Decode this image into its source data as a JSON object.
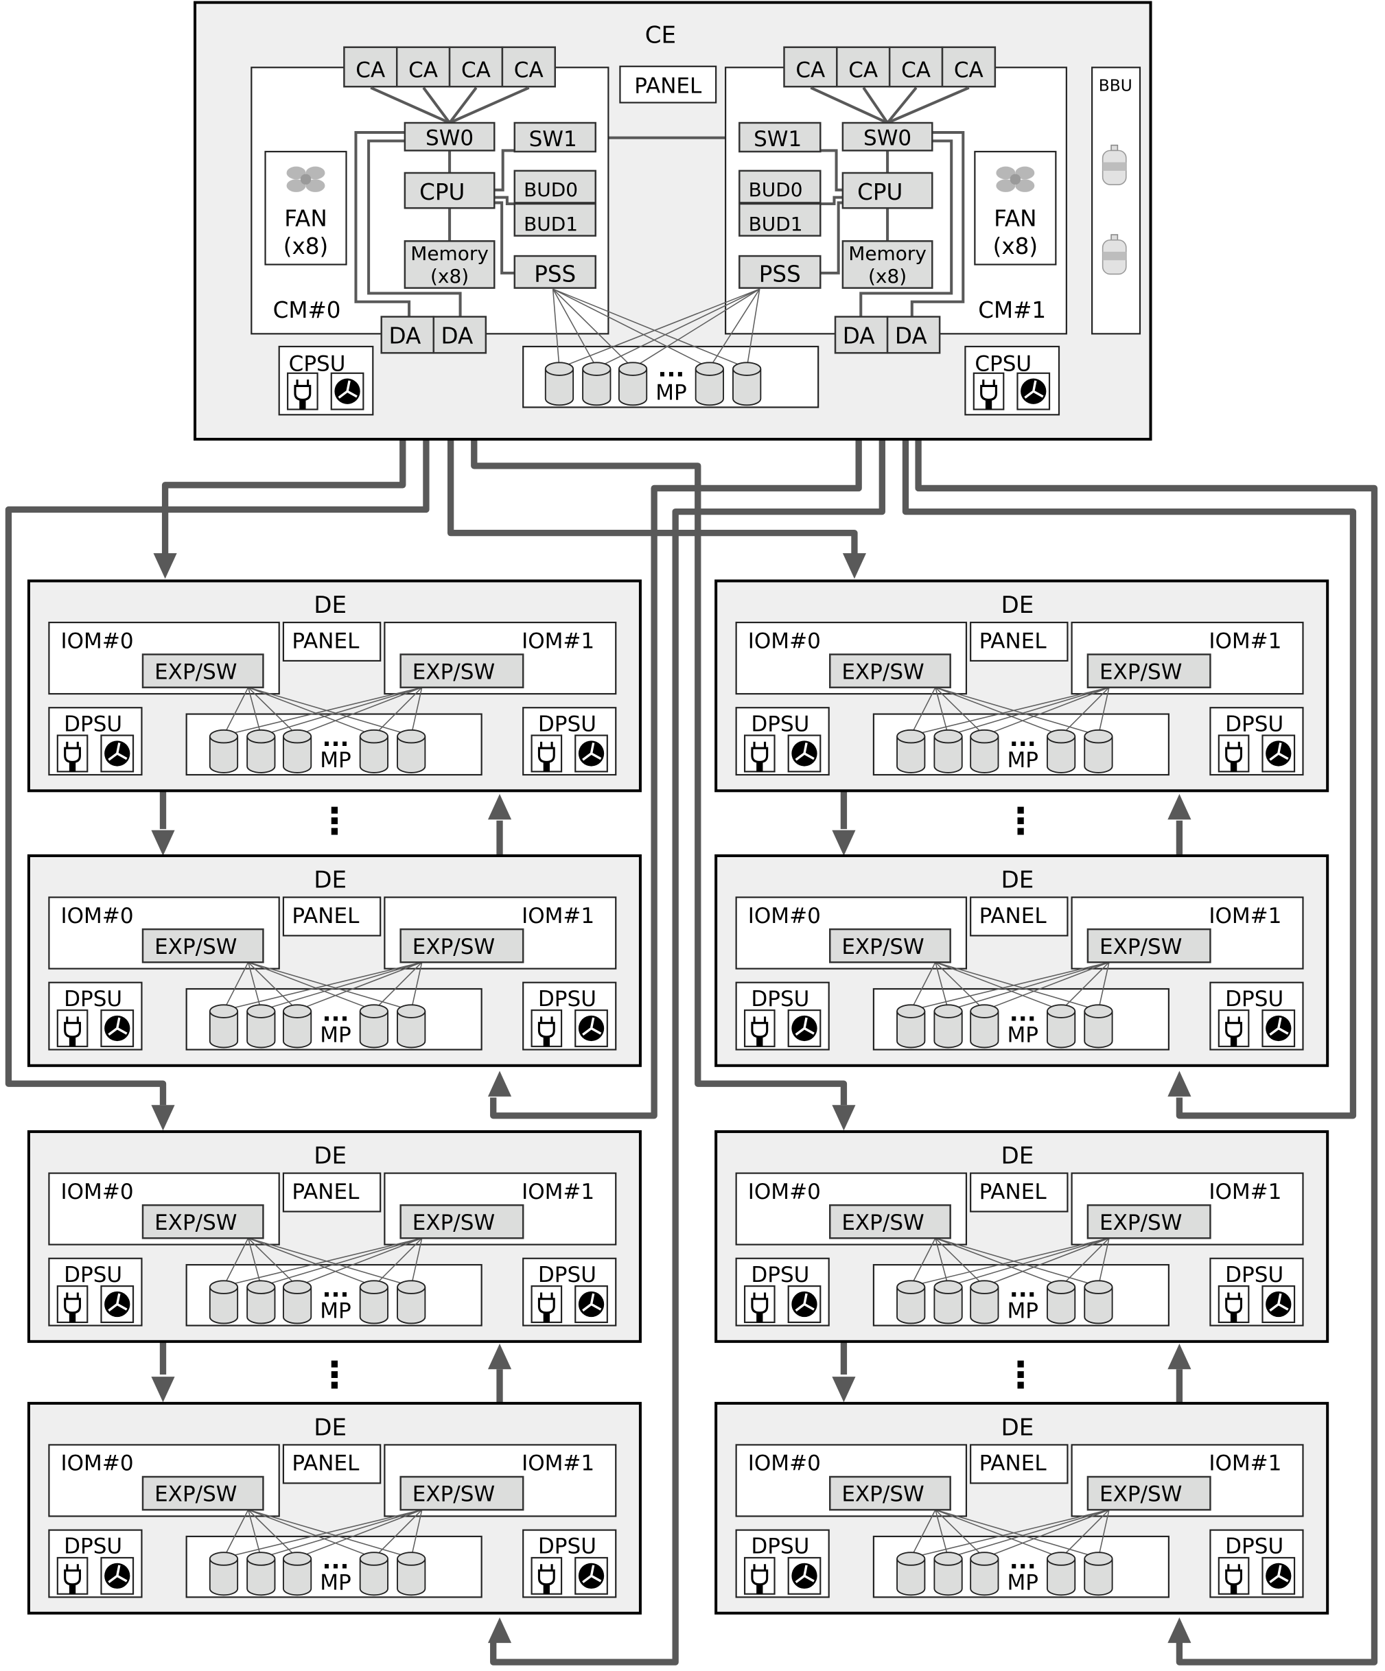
{
  "ce": {
    "title": "CE",
    "panel": "PANEL",
    "bbu": {
      "label": "BBU",
      "battery_count": 2
    },
    "cms": [
      {
        "label": "CM#0",
        "ca": [
          "CA",
          "CA",
          "CA",
          "CA"
        ],
        "sw0": "SW0",
        "sw1": "SW1",
        "cpu": "CPU",
        "bud0": "BUD0",
        "bud1": "BUD1",
        "memory_l1": "Memory",
        "memory_l2": "(x8)",
        "pss": "PSS",
        "fan_l1": "FAN",
        "fan_l2": "(x8)",
        "da": [
          "DA",
          "DA"
        ],
        "cpsu": "CPSU"
      },
      {
        "label": "CM#1",
        "ca": [
          "CA",
          "CA",
          "CA",
          "CA"
        ],
        "sw0": "SW0",
        "sw1": "SW1",
        "cpu": "CPU",
        "bud0": "BUD0",
        "bud1": "BUD1",
        "memory_l1": "Memory",
        "memory_l2": "(x8)",
        "pss": "PSS",
        "fan_l1": "FAN",
        "fan_l2": "(x8)",
        "da": [
          "DA",
          "DA"
        ],
        "cpsu": "CPSU"
      }
    ],
    "mp": {
      "label": "MP",
      "ellipsis": "..."
    }
  },
  "de_template": {
    "title": "DE",
    "iom0": "IOM#0",
    "iom1": "IOM#1",
    "panel": "PANEL",
    "exp": "EXP/SW",
    "dpsu": "DPSU",
    "mp": "MP",
    "ellipsis": "..."
  },
  "vertical_ellipsis": "⋮",
  "de_count_per_column": 4,
  "columns": [
    "left",
    "right"
  ]
}
